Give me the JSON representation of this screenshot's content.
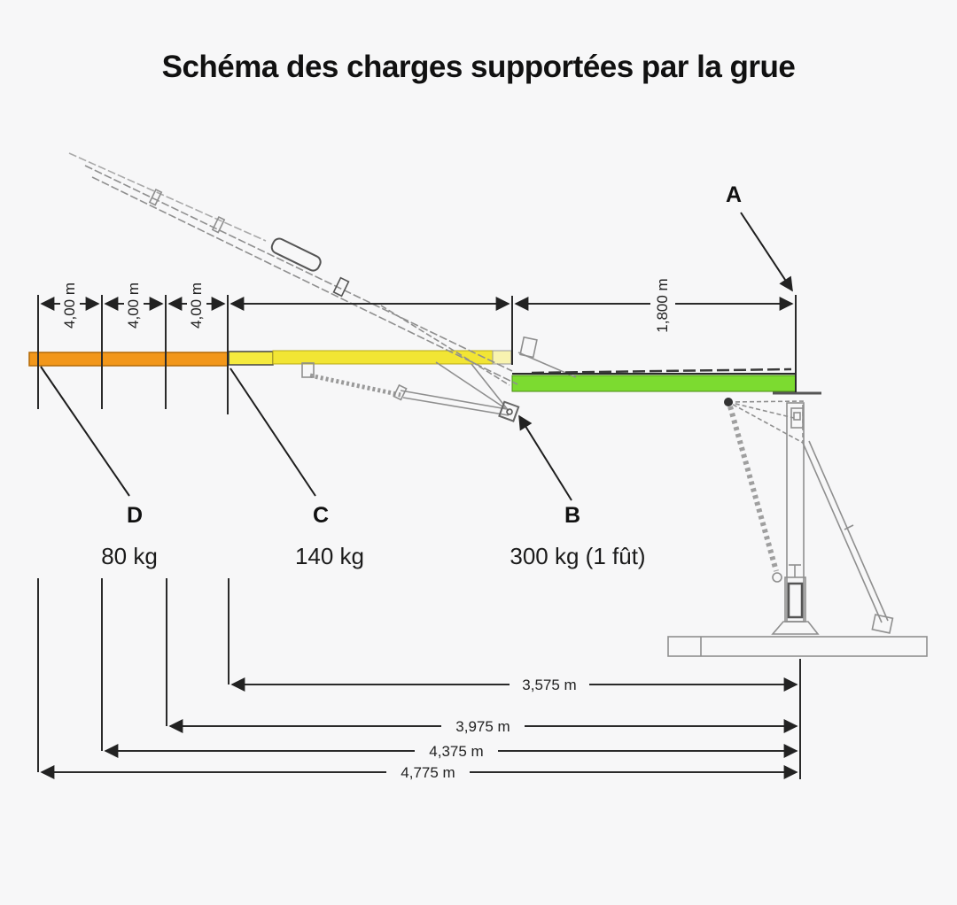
{
  "title": "Schéma des charges supportées par la grue",
  "colors": {
    "orange_zone": "#F2971B",
    "yellow_zone_outlined": "#F5EA3E",
    "yellow_zone": "#F2E534",
    "yellow_zone_pale": "#F8F3B0",
    "green_zone": "#7CDB30",
    "dimension_line": "#2a2a2a",
    "sketch_line": "#8f8f8f"
  },
  "top_dimensions": {
    "left_segments": [
      "4,00 m",
      "4,00 m",
      "4,00 m"
    ],
    "right_segment": "1,800 m"
  },
  "markers": {
    "a": "A",
    "b": "B",
    "c": "C",
    "d": "D"
  },
  "loads": {
    "d": "80 kg",
    "c": "140 kg",
    "b": "300 kg (1 fût)"
  },
  "bottom_dimensions": [
    "3,575 m",
    "3,975 m",
    "4,375 m",
    "4,775 m"
  ]
}
